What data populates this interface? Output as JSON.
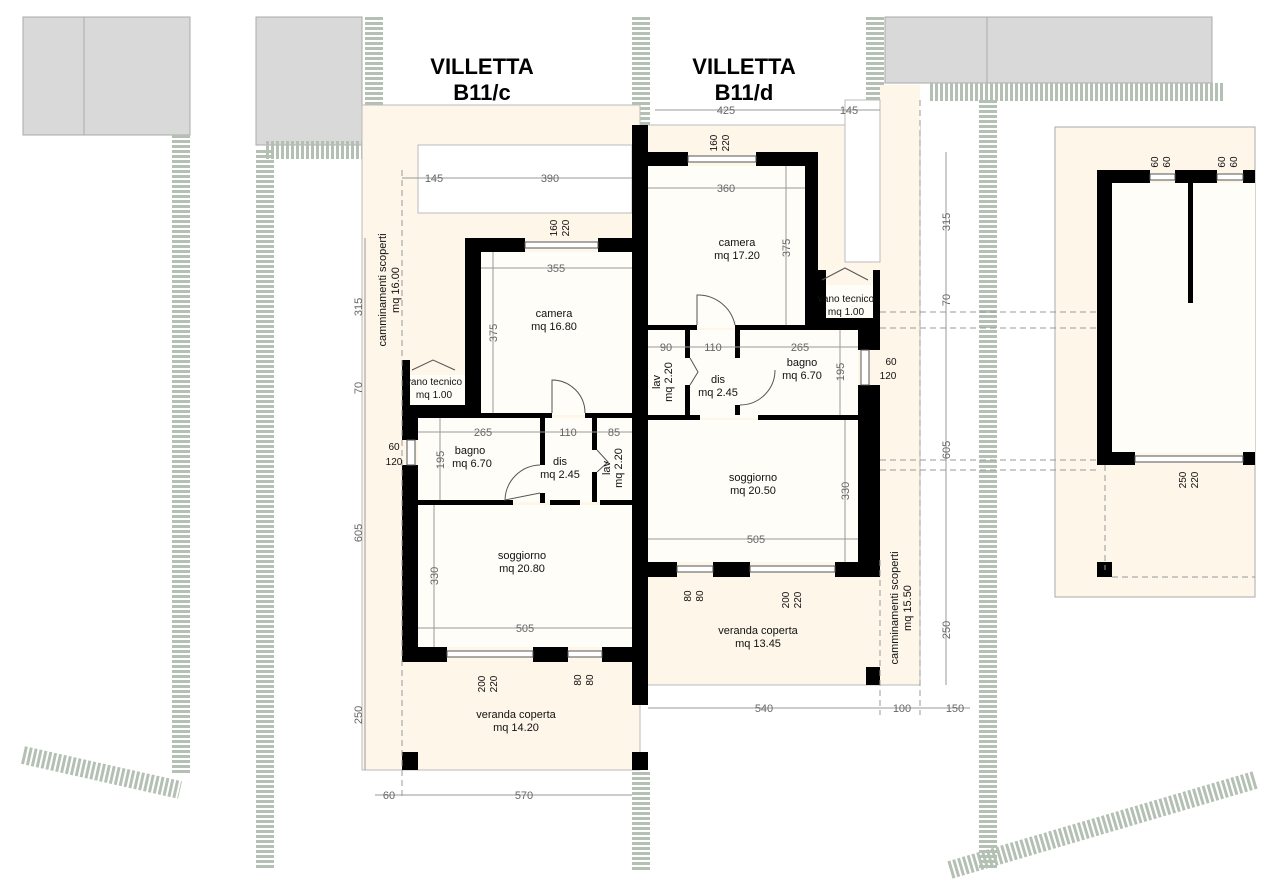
{
  "colors": {
    "outdoor_paving": "#fdf6e9",
    "room_floor": "#fffdf8",
    "wall": "#000000",
    "neighbor_block": "#d9d9d9",
    "hedge": "#b5c0b4"
  },
  "villetta_c": {
    "title_line1": "VILLETTA",
    "title_line2": "B11/c",
    "camera": {
      "name": "camera",
      "area": "mq 16.80"
    },
    "bagno": {
      "name": "bagno",
      "area": "mq 6.70"
    },
    "dis": {
      "name": "dis",
      "area": "mq 2.45"
    },
    "lav": {
      "name": "lav",
      "area": "mq 2.20"
    },
    "soggiorno": {
      "name": "soggiorno",
      "area": "mq 20.80"
    },
    "veranda": {
      "name": "veranda coperta",
      "area": "mq 14.20"
    },
    "vano": {
      "name": "vano tecnico",
      "area": "mq 1.00"
    },
    "camminamenti": {
      "name": "camminamenti scoperti",
      "area": "mq 16.00"
    },
    "dims": {
      "d145": "145",
      "d390": "390",
      "d355": "355",
      "d375": "375",
      "d315": "315",
      "d70": "70",
      "d265": "265",
      "d110": "110",
      "d85": "85",
      "d195": "195",
      "d605": "605",
      "d330": "330",
      "d505": "505",
      "d250": "250",
      "d60": "60",
      "d570": "570"
    },
    "windows": {
      "camera_w": "160",
      "camera_h": "220",
      "bagno_w": "60",
      "bagno_h": "120",
      "sogg_w": "200",
      "sogg_h": "220",
      "sogg2_w": "80",
      "sogg2_h": "80"
    }
  },
  "villetta_d": {
    "title_line1": "VILLETTA",
    "title_line2": "B11/d",
    "camera": {
      "name": "camera",
      "area": "mq 17.20"
    },
    "bagno": {
      "name": "bagno",
      "area": "mq 6.70"
    },
    "dis": {
      "name": "dis",
      "area": "mq 2.45"
    },
    "lav": {
      "name": "lav",
      "area": "mq 2.20"
    },
    "soggiorno": {
      "name": "soggiorno",
      "area": "mq 20.50"
    },
    "veranda": {
      "name": "veranda coperta",
      "area": "mq 13.45"
    },
    "vano": {
      "name": "vano tecnico",
      "area": "mq 1.00"
    },
    "camminamenti": {
      "name": "camminamenti scoperti",
      "area": "mq 15.50"
    },
    "dims": {
      "d425": "425",
      "d145": "145",
      "d360": "360",
      "d375": "375",
      "d315": "315",
      "d70": "70",
      "d90": "90",
      "d110": "110",
      "d265": "265",
      "d195": "195",
      "d605": "605",
      "d330": "330",
      "d505": "505",
      "d250": "250",
      "d540": "540",
      "d100": "100",
      "d150": "150"
    },
    "windows": {
      "camera_w": "160",
      "camera_h": "220",
      "bagno_w": "60",
      "bagno_h": "120",
      "sogg_w": "200",
      "sogg_h": "220",
      "sogg2_w": "80",
      "sogg2_h": "80"
    }
  },
  "neighbor": {
    "win1_w": "60",
    "win1_h": "60",
    "win2_w": "60",
    "win2_h": "60",
    "win3_w": "250",
    "win3_h": "220"
  }
}
